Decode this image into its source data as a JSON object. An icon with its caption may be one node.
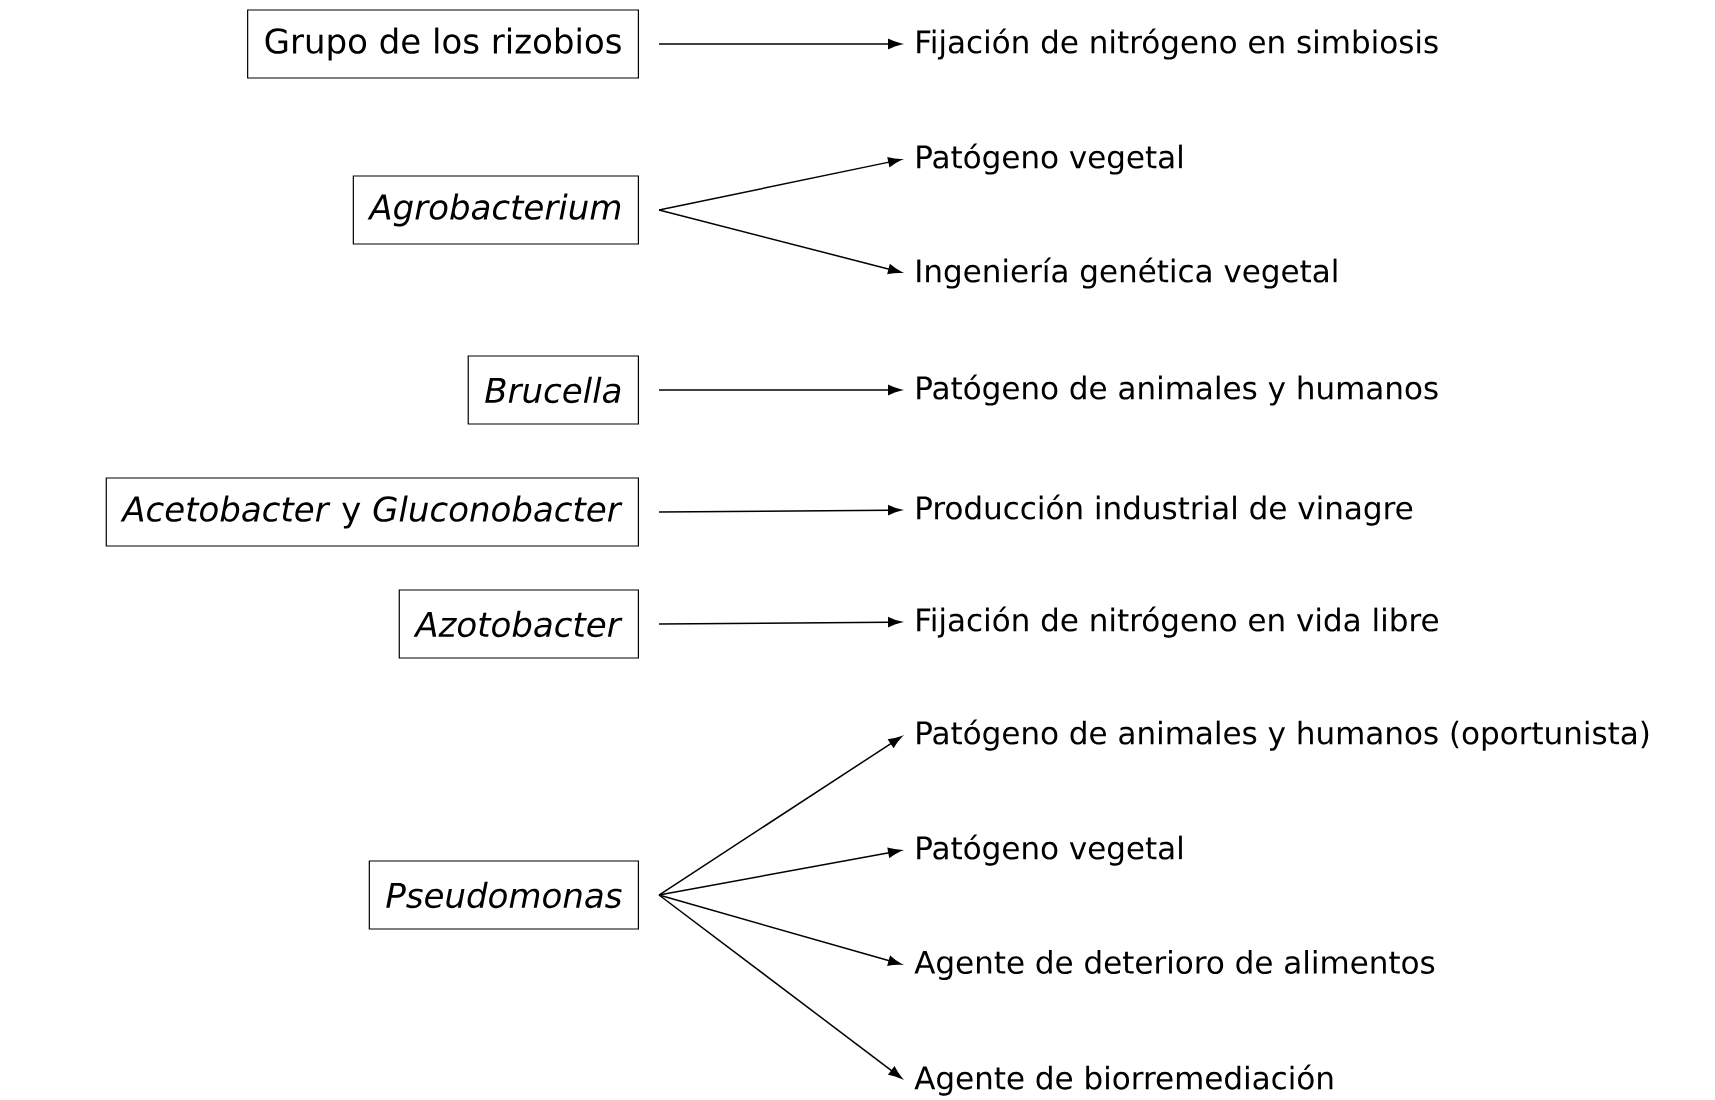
{
  "diagram": {
    "nodes": [
      {
        "text": [
          "Grupo de los rizobios"
        ]
      },
      {
        "text": [
          "Fijación de nitrógeno en simbiosis"
        ]
      },
      {
        "text": [
          "*Agrobacterium*"
        ]
      },
      {
        "text": [
          "Patógeno vegetal"
        ]
      },
      {
        "text": [
          "Ingeniería genética vegetal"
        ]
      },
      {
        "text": [
          "*Brucella*"
        ]
      },
      {
        "text": [
          "Patógeno de animales y humanos"
        ]
      },
      {
        "text": [
          "*Acetobacter* y *Gluconobacter*"
        ]
      },
      {
        "text": [
          "Producción industrial de vinagre"
        ]
      },
      {
        "text": [
          "*Azotobacter*"
        ]
      },
      {
        "text": [
          "Fijación de nitrógeno en vida libre"
        ]
      },
      {
        "text": [
          "*Pseudomonas*"
        ]
      },
      {
        "text": [
          "Patógeno de animales y humanos (oportunista)"
        ]
      },
      {
        "text": [
          "Patógeno vegetal"
        ]
      },
      {
        "text": [
          "Agente de deterioro de alimentos"
        ]
      },
      {
        "text": [
          "Agente de biorremediación"
        ]
      }
    ],
    "edges": [
      {
        "from": 0,
        "to": 1,
        "arrow": "to"
      },
      {
        "from": 2,
        "to": 3,
        "arrow": "to"
      },
      {
        "from": 2,
        "to": 4,
        "arrow": "to"
      },
      {
        "from": 5,
        "to": 6,
        "arrow": "to"
      },
      {
        "from": 7,
        "to": 8,
        "arrow": "to"
      },
      {
        "from": 9,
        "to": 10,
        "arrow": "to"
      },
      {
        "from": 11,
        "to": 12,
        "arrow": "to"
      },
      {
        "from": 11,
        "to": 13,
        "arrow": "to"
      },
      {
        "from": 11,
        "to": 14,
        "arrow": "to"
      },
      {
        "from": 11,
        "to": 15,
        "arrow": "to"
      }
    ]
  }
}
